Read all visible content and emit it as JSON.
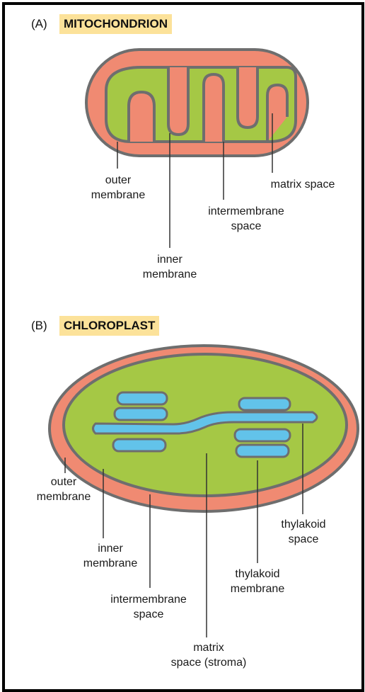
{
  "panel_a": {
    "tag": "(A)",
    "title": "MITOCHONDRION",
    "labels": {
      "outer_membrane": [
        "outer",
        "membrane"
      ],
      "inner_membrane": [
        "inner",
        "membrane"
      ],
      "intermembrane_space": [
        "intermembrane",
        "space"
      ],
      "matrix_space": [
        "matrix space"
      ]
    }
  },
  "panel_b": {
    "tag": "(B)",
    "title": "CHLOROPLAST",
    "labels": {
      "outer_membrane": [
        "outer",
        "membrane"
      ],
      "inner_membrane": [
        "inner",
        "membrane"
      ],
      "intermembrane_space": [
        "intermembrane",
        "space"
      ],
      "matrix_space": [
        "matrix",
        "space (stroma)"
      ],
      "thylakoid_membrane": [
        "thylakoid",
        "membrane"
      ],
      "thylakoid_space": [
        "thylakoid",
        "space"
      ]
    }
  },
  "colors": {
    "outer_membrane": "#f08a72",
    "matrix": "#a5c845",
    "membrane_line": "#6e6e6e",
    "thylakoid": "#62c3ea",
    "title_highlight": "#fce29a"
  }
}
